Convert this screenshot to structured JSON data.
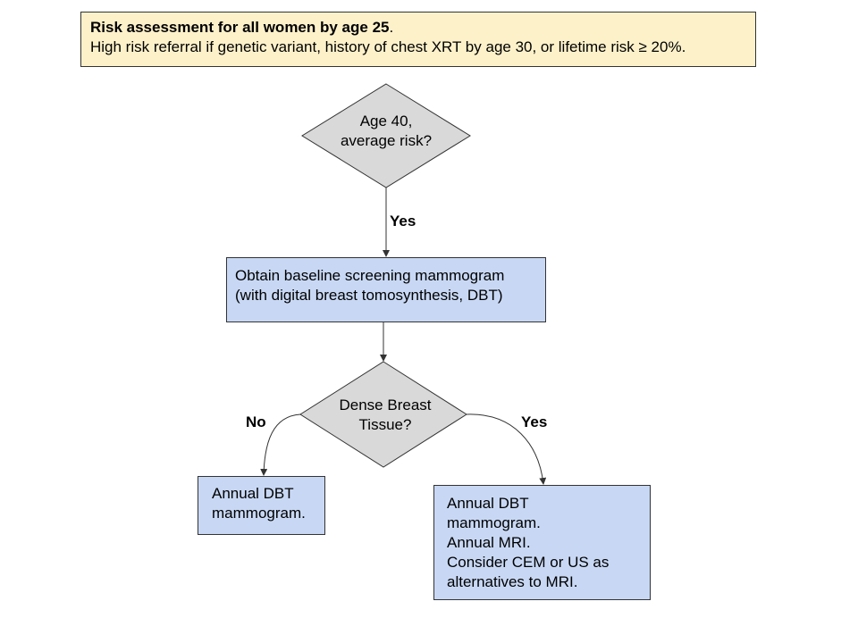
{
  "banner": {
    "line1_bold": "Risk assessment for all women by age 25",
    "line1_end": ".",
    "line2": "High risk referral if genetic variant, history of chest XRT by age 30, or lifetime risk ≥ 20%."
  },
  "decision1": {
    "line1": "Age 40,",
    "line2": "average risk?"
  },
  "edge_yes_1": "Yes",
  "baseline_box": {
    "line1": "Obtain baseline screening mammogram",
    "line2": "(with digital breast tomosynthesis, DBT)"
  },
  "decision2": {
    "line1": "Dense Breast",
    "line2": "Tissue?"
  },
  "edge_no_2": "No",
  "edge_yes_2": "Yes",
  "left_box": {
    "line1": "Annual DBT",
    "line2": "mammogram."
  },
  "right_box": {
    "line1": "Annual DBT",
    "line2": "mammogram.",
    "line3": "Annual MRI.",
    "line4": "Consider CEM or US as",
    "line5": "alternatives to MRI."
  },
  "colors": {
    "banner_fill": "#fdf1ca",
    "box_fill": "#c8d8f4",
    "diamond_fill": "#d9d9d9",
    "stroke": "#333333"
  }
}
